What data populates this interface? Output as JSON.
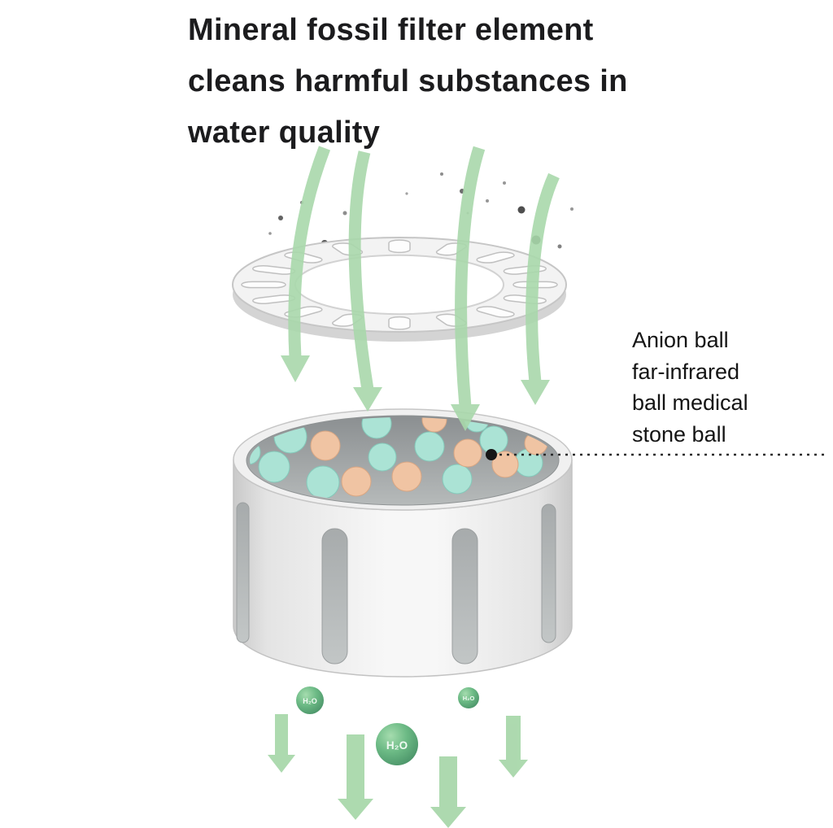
{
  "title": {
    "lines": [
      "Mineral fossil filter element",
      "cleans harmful substances in",
      "water quality"
    ]
  },
  "annotation": {
    "lines": [
      "Anion ball",
      "far-infrared",
      "ball medical",
      "stone ball"
    ]
  },
  "labels": {
    "h2o_left": "H₂O",
    "h2o_right": "H₂O",
    "h2o_center": "H₂O"
  },
  "colors": {
    "arrow_green": "#a9d8ab",
    "ball_teal": "#abe3d5",
    "ball_peach": "#f0c4a3",
    "sphere_green": "#5fb37e",
    "text_dark": "#1c1c1e"
  }
}
